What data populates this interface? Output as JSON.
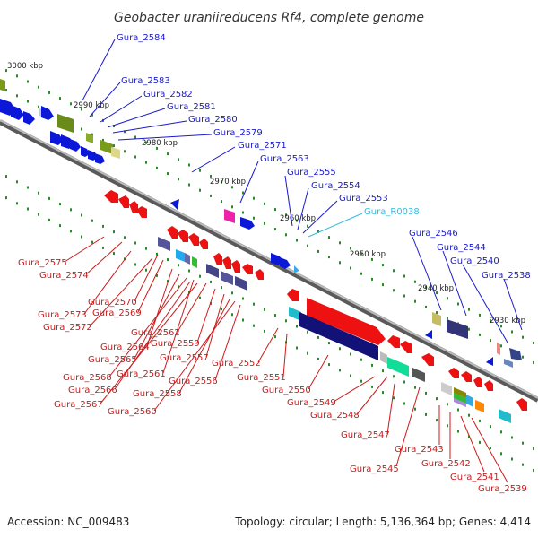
{
  "title": "Geobacter uraniireducens Rf4, complete genome",
  "footer": {
    "accession": "Accession: NC_009483",
    "summary": "Topology: circular; Length: 5,136,364 bp; Genes: 4,414"
  },
  "colors": {
    "forward_label": "#1a1acc",
    "reverse_label": "#cc1a1a",
    "rna_label": "#33bbdd",
    "backbone": "#777777",
    "tick": "#2a8a2a"
  },
  "scale_labels": [
    "3000 kbp",
    "2990 kbp",
    "2980 kbp",
    "2970 kbp",
    "2960 kbp",
    "2950 kbp",
    "2940 kbp",
    "2930 kbp"
  ],
  "forward_genes": [
    "Gura_2584",
    "Gura_2583",
    "Gura_2582",
    "Gura_2581",
    "Gura_2580",
    "Gura_2579",
    "Gura_2571",
    "Gura_2563",
    "Gura_2555",
    "Gura_2554",
    "Gura_2553",
    "Gura_R0038",
    "Gura_2546",
    "Gura_2544",
    "Gura_2540",
    "Gura_2538"
  ],
  "reverse_genes": [
    "Gura_2575",
    "Gura_2574",
    "Gura_2570",
    "Gura_2573",
    "Gura_2569",
    "Gura_2572",
    "Gura_2562",
    "Gura_2564",
    "Gura_2559",
    "Gura_2565",
    "Gura_2557",
    "Gura_2568",
    "Gura_2561",
    "Gura_2556",
    "Gura_2566",
    "Gura_2558",
    "Gura_2567",
    "Gura_2560",
    "Gura_2552",
    "Gura_2551",
    "Gura_2550",
    "Gura_2549",
    "Gura_2548",
    "Gura_2547",
    "Gura_2545",
    "Gura_2543",
    "Gura_2542",
    "Gura_2541",
    "Gura_2539"
  ]
}
